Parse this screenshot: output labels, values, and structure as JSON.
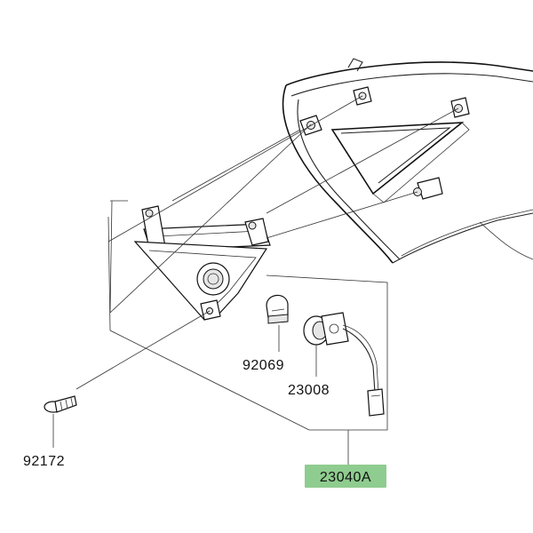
{
  "parts": {
    "turn_signal_assembly": {
      "number": "23040A",
      "highlight_color": "#8fcc8f"
    },
    "bulb": {
      "number": "92069"
    },
    "socket_and_wiring": {
      "number": "23008"
    },
    "screw": {
      "number": "92172"
    }
  }
}
